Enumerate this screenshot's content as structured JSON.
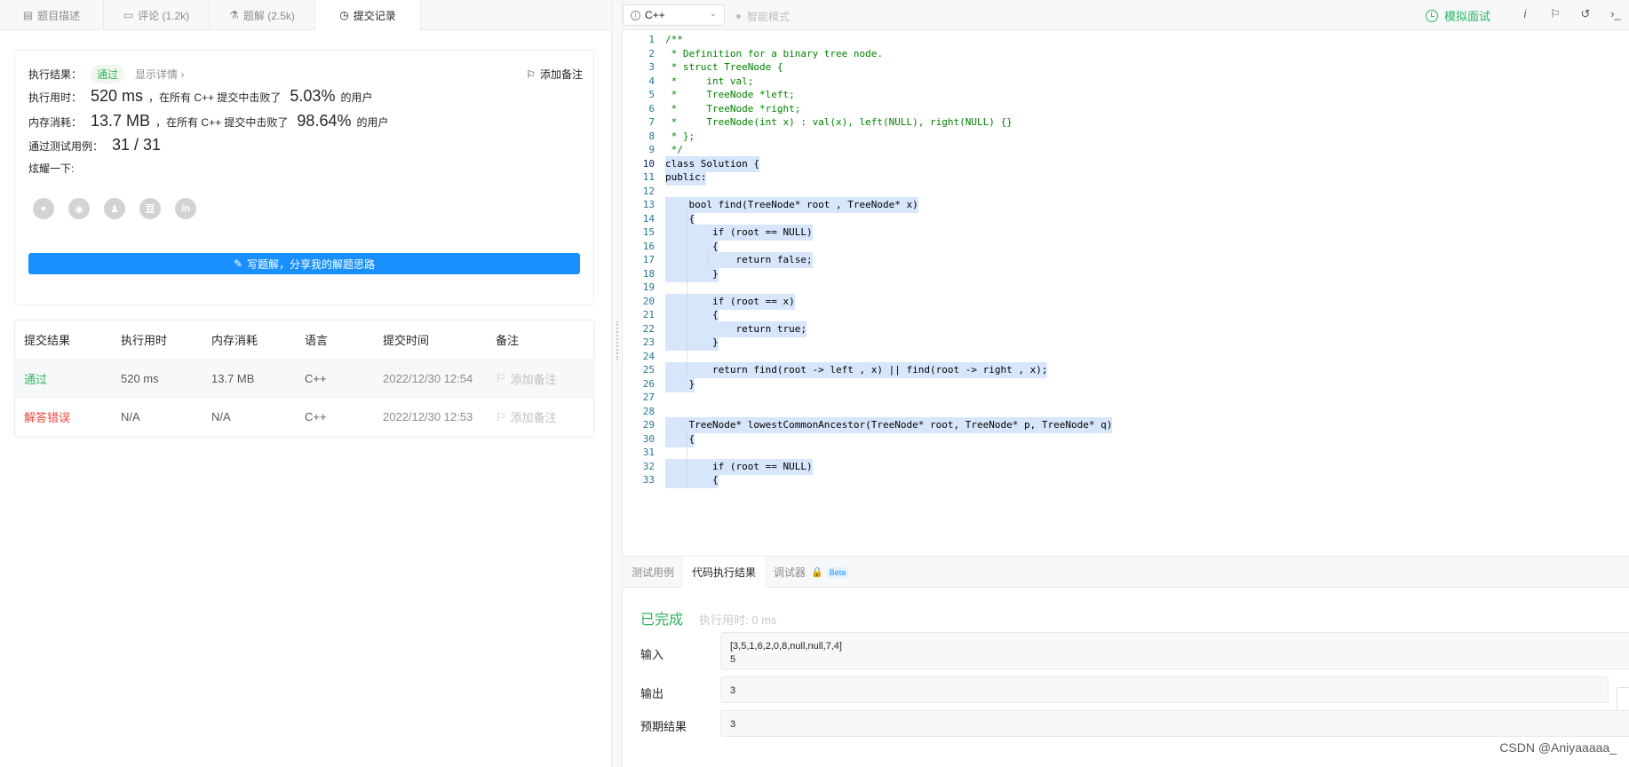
{
  "tabs": [
    {
      "label": "题目描述",
      "icon": "description-icon",
      "active": false
    },
    {
      "label": "评论 (1.2k)",
      "icon": "comment-icon",
      "active": false
    },
    {
      "label": "题解 (2.5k)",
      "icon": "flask-icon",
      "active": false
    },
    {
      "label": "提交记录",
      "icon": "clock-icon",
      "active": true
    }
  ],
  "result": {
    "exec_result_label": "执行结果：",
    "status": "通过",
    "show_details": "显示详情 ›",
    "add_note": "添加备注",
    "time_label": "执行用时：",
    "time_value": "520 ms",
    "time_mid": "，在所有 C++ 提交中击败了",
    "time_pct": "5.03%",
    "time_suffix": "的用户",
    "mem_label": "内存消耗：",
    "mem_value": "13.7 MB",
    "mem_mid": "，在所有 C++ 提交中击败了",
    "mem_pct": "98.64%",
    "mem_suffix": "的用户",
    "cases_label": "通过测试用例：",
    "cases_value": "31 / 31",
    "share_label": "炫耀一下:",
    "social_icons": [
      "wechat-icon",
      "weibo-icon",
      "qq-icon",
      "douban-icon",
      "linkedin-icon"
    ],
    "write_solution": "写题解，分享我的解题思路"
  },
  "submissions": {
    "headers": [
      "提交结果",
      "执行用时",
      "内存消耗",
      "语言",
      "提交时间",
      "备注"
    ],
    "rows": [
      {
        "result": "通过",
        "time": "520 ms",
        "memory": "13.7 MB",
        "lang": "C++",
        "submitted": "2022/12/30 12:54",
        "note": "添加备注",
        "status_color": "#2db55d"
      },
      {
        "result": "解答错误",
        "time": "N/A",
        "memory": "N/A",
        "lang": "C++",
        "submitted": "2022/12/30 12:53",
        "note": "添加备注",
        "status_color": "#ef4743"
      }
    ]
  },
  "toolbar": {
    "language": "C++",
    "smart_mode": "智能模式",
    "mock_interview": "模拟面试",
    "tool_icons": [
      "info-icon",
      "flag-icon",
      "reset-icon",
      "terminal-icon"
    ]
  },
  "editor": {
    "line_numbers": [
      "1",
      "2",
      "3",
      "4",
      "5",
      "6",
      "7",
      "8",
      "9",
      "10",
      "11",
      "12",
      "13",
      "14",
      "15",
      "16",
      "17",
      "18",
      "19",
      "20",
      "21",
      "22",
      "23",
      "24",
      "25",
      "26",
      "27",
      "28",
      "29",
      "30",
      "31",
      "32",
      "33"
    ],
    "lines": [
      "/**",
      " * Definition for a binary tree node.",
      " * struct TreeNode {",
      " *     int val;",
      " *     TreeNode *left;",
      " *     TreeNode *right;",
      " *     TreeNode(int x) : val(x), left(NULL), right(NULL) {}",
      " * };",
      " */",
      "class Solution {",
      "public:",
      "",
      "    bool find(TreeNode* root , TreeNode* x)",
      "    {",
      "        if (root == NULL)",
      "        {",
      "            return false;",
      "        }",
      "",
      "        if (root == x)",
      "        {",
      "            return true;",
      "        }",
      "",
      "        return find(root -> left , x) || find(root -> right , x);",
      "    }",
      "",
      "",
      "    TreeNode* lowestCommonAncestor(TreeNode* root, TreeNode* p, TreeNode* q)",
      "    {",
      "",
      "        if (root == NULL)",
      "        {"
    ]
  },
  "console": {
    "tabs": [
      "测试用例",
      "代码执行结果",
      "调试器"
    ],
    "beta": "Beta",
    "status": "已完成",
    "elapsed": "执行用时: 0 ms",
    "input_label": "输入",
    "input_value": "[3,5,1,6,2,0,8,null,null,7,4]\n5",
    "output_label": "输出",
    "output_value": "3",
    "expected_label": "预期结果",
    "expected_value": "3"
  },
  "watermark": "CSDN @Aniyaaaaa_"
}
